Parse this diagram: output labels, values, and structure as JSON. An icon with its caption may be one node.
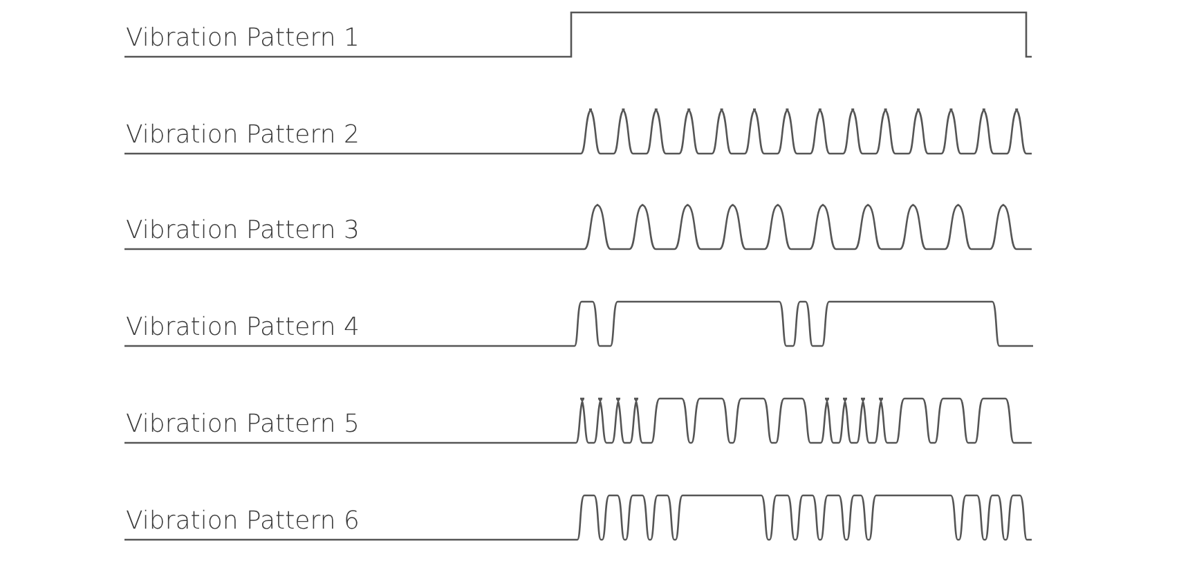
{
  "diagram": {
    "labels": [
      "Vibration Pattern 1",
      "Vibration Pattern 2",
      "Vibration Pattern 3",
      "Vibration Pattern 4",
      "Vibration Pattern 5",
      "Vibration Pattern 6"
    ]
  }
}
